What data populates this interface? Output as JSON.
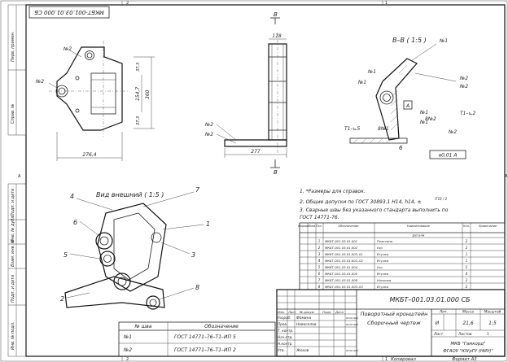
{
  "drawing_number_rotated": "МКБТ-001.03.01.000 СБ",
  "left_strip": [
    "Перв. примен.",
    "Справ. №",
    "Подп. и дата",
    "Инв. № дубл.",
    "Взам. инв. №",
    "Подп. и дата",
    "Инв. № подл."
  ],
  "top_zone_marks": [
    "2",
    "1"
  ],
  "side_zone_marks": [
    "A"
  ],
  "front_view": {
    "callouts": [
      "№2",
      "№2"
    ],
    "dims": {
      "height": "360",
      "inner": "154,7",
      "offset_top": "37,3",
      "offset_bottom": "37,3",
      "width": "276,4"
    }
  },
  "side_view": {
    "dims": {
      "top": "118",
      "bottom": "277"
    },
    "callouts": [
      "№2",
      "№2"
    ],
    "section_mark": "В"
  },
  "section_view": {
    "title": "В–В ( 1:5 )",
    "callouts": [
      "№1",
      "№1",
      "№1",
      "№2",
      "№2",
      "№1",
      "№1",
      "8№2",
      "№2",
      "8№1"
    ],
    "weld_symbol_left": "Т1–⊾5",
    "weld_symbol_right": "Т1–⊾2",
    "frame_letter": "A",
    "position": "6",
    "tolerance": "⌀0,01 A"
  },
  "external_view": {
    "title": "Вид внешний ( 1:5 )",
    "positions": [
      "4",
      "7",
      "6",
      "1",
      "5",
      "3",
      "2",
      "8"
    ]
  },
  "notes": [
    "1.   *Размеры для справок.",
    "2.   Общие допуски по ГОСТ 30893.1 H14, h14, ±",
    "3.   Сварные швы без указанного стандарта выполнить по",
    "       ГОСТ 14771-76."
  ],
  "note_fraction": "IT16 / 2",
  "spec_table": {
    "headers": [
      "Формат",
      "Зона",
      "Поз.",
      "Обозначение",
      "Наименование",
      "Кол.",
      "Примечание"
    ],
    "section": "Детали",
    "rows": [
      [
        "",
        "",
        "1",
        "МКБТ-001.03.01.001",
        "Пластина",
        "2",
        ""
      ],
      [
        "",
        "",
        "2",
        "МКБТ-001.03.01.002",
        "Ухо",
        "2",
        ""
      ],
      [
        "",
        "",
        "3",
        "МКБТ-001.03.01.003–01",
        "Втулка",
        "1",
        ""
      ],
      [
        "",
        "",
        "4",
        "МКБТ-001.03.01.003–02",
        "Втулка",
        "1",
        ""
      ],
      [
        "",
        "",
        "5",
        "МКБТ-001.03.01.004",
        "Ухо",
        "2",
        ""
      ],
      [
        "",
        "",
        "6",
        "МКБТ-001.03.01.005",
        "Втулка",
        "4",
        ""
      ],
      [
        "",
        "",
        "7",
        "МКБТ-001.03.01.006",
        "Косынка",
        "2",
        ""
      ],
      [
        "",
        "",
        "8",
        "МКБТ-001.03.01.003–03",
        "Втулка",
        "2",
        ""
      ]
    ]
  },
  "weld_table": {
    "headers": [
      "№ шва",
      "Обозначение"
    ],
    "rows": [
      [
        "№1",
        "ГОСТ 14771–76–Т1–ИП 5"
      ],
      [
        "№2",
        "ГОСТ 14771–76–Т1–ИП 2"
      ]
    ]
  },
  "title_block": {
    "code": "МКБТ–001.03.01.000 СБ",
    "name_line1": "Поворотный кронштейн",
    "name_line2": "Сборочный чертеж",
    "col_headers": [
      "Изм.",
      "Лист",
      "№ докум.",
      "Подп.",
      "Дата"
    ],
    "roles": [
      "Разраб.",
      "Пров.",
      "Т. контр.",
      "Нач.отд.",
      "Н.контр.",
      "Утв."
    ],
    "people": [
      "Фомина",
      "Новоселов",
      "",
      "",
      "",
      "Жохов"
    ],
    "dates": [
      "05.02.2023",
      "05.02.2023",
      "",
      "",
      "",
      "05.02.2023"
    ],
    "lit_label": "Лит.",
    "mass_label": "Масса",
    "scale_label": "Масштаб",
    "lit_value": "И",
    "mass_value": "21,6",
    "scale_value": "1:5",
    "sheet_label": "Лист",
    "sheets_label": "Листов",
    "sheets_value": "1",
    "org_line1": "МКБ \"Гамкорд\"",
    "org_line2": "ФГАОУ \"ЮУрГУ (НИУ)\""
  },
  "footer": {
    "copied": "Копировал",
    "format": "Формат А3"
  }
}
